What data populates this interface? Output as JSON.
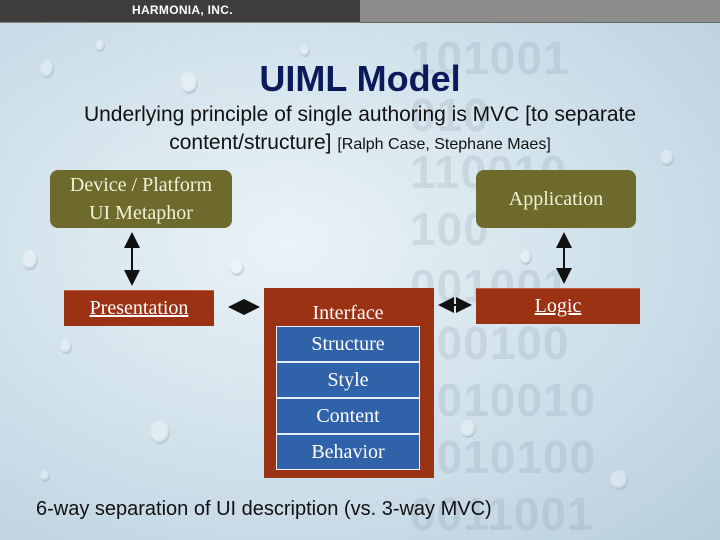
{
  "header": {
    "company": "HARMONIA, INC."
  },
  "slide": {
    "title": "UIML Model",
    "subtitle_main": "Underlying principle of single authoring is MVC [to separate content/structure]",
    "subtitle_cite": "[Ralph Case, Stephane Maes]",
    "caption": "6-way separation of UI description (vs. 3-way MVC)"
  },
  "background_binary": [
    "1 0 1 0 0 1",
    "0 1 0",
    "1 1 0 0 1 0",
    "1 0 0",
    "0 0 1 0 0 1",
    "1 0 0 1 0 0",
    "0 0 1 0 0 1 0",
    "1 0 1 0 1 0 0",
    "0 0 1 1 0 0 1"
  ],
  "diagram": {
    "device_platform": [
      "Device / Platform",
      "UI Metaphor"
    ],
    "application": "Application",
    "presentation": "Presentation",
    "logic": "Logic",
    "interface": [
      "Interface",
      "Structure"
    ],
    "style": "Style",
    "content": "Content",
    "behavior": "Behavior"
  },
  "colors": {
    "title": "#0b1a5a",
    "olive_box": "#6e6a2c",
    "red_box": "#9c3214",
    "blue_box": "#2f62a8"
  }
}
